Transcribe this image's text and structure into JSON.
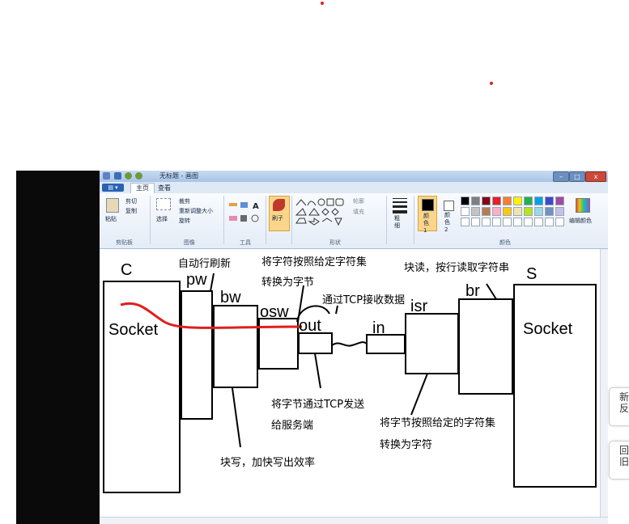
{
  "window": {
    "title": "无标题 - 画图",
    "minimize_symbol": "–",
    "maximize_symbol": "□",
    "close_symbol": "x"
  },
  "tabs": {
    "file": "▤ ▾",
    "home": "主页",
    "view": "查看"
  },
  "ribbon": {
    "clipboard": {
      "paste": "粘贴",
      "cut": "剪切",
      "copy": "复制",
      "group": "剪贴板"
    },
    "image": {
      "select": "选择",
      "crop": "裁剪",
      "resize": "重新调整大小",
      "rotate": "旋转",
      "group": "图像"
    },
    "tools": {
      "group": "工具"
    },
    "brushes": {
      "label": "刷子"
    },
    "shapes": {
      "outline": "轮廓",
      "fill": "填充",
      "group": "形状"
    },
    "size": {
      "label": "粗细"
    },
    "colors": {
      "color1": "颜色 1",
      "color2": "颜色 2",
      "edit": "编辑颜色",
      "group": "颜色",
      "palette_row1": [
        "#000000",
        "#7f7f7f",
        "#880015",
        "#ed1c24",
        "#ff7f27",
        "#fff200",
        "#22b14c",
        "#00a2e8",
        "#3f48cc",
        "#a349a4"
      ],
      "palette_row2": [
        "#ffffff",
        "#c3c3c3",
        "#b97a57",
        "#ffaec9",
        "#ffc90e",
        "#efe4b0",
        "#b5e61d",
        "#99d9ea",
        "#7092be",
        "#c8bfe7"
      ]
    }
  },
  "drawing": {
    "label_c": "C",
    "label_s": "S",
    "socket_left": "Socket",
    "socket_right": "Socket",
    "pw": "pw",
    "bw": "bw",
    "osw": "osw",
    "out": "out",
    "in": "in",
    "isr": "isr",
    "br": "br",
    "note_autoflush": "自动行刷新",
    "note_encode_1": "将字符按照给定字符集",
    "note_encode_2": "转换为字节",
    "note_tcp_recv": "通过TCP接收数据",
    "note_block_read": "块读，按行读取字符串",
    "note_send_1": "将字节通过TCP发送",
    "note_send_2": "给服务端",
    "note_decode_1": "将字节按照给定的字符集",
    "note_decode_2": "转换为字符",
    "note_block_write": "块写，加快写出效率"
  },
  "side_cards": {
    "card1": "新反",
    "card2": "回旧"
  }
}
